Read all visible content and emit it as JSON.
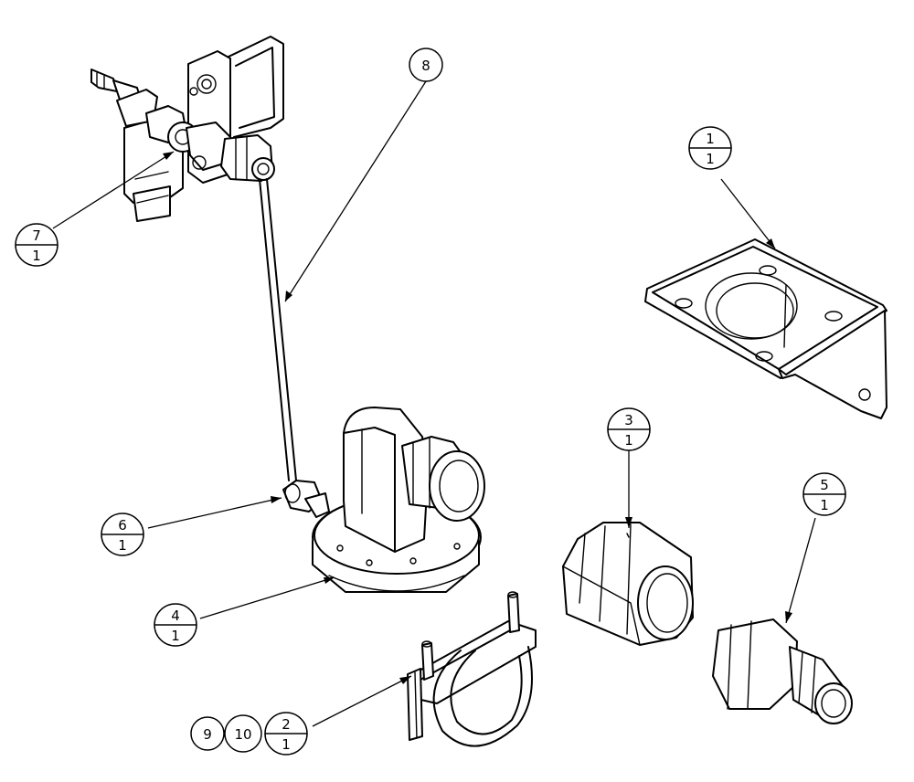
{
  "callouts": [
    {
      "id": "1",
      "top": "1",
      "bottom": "1"
    },
    {
      "id": "2",
      "top": "2",
      "bottom": "1"
    },
    {
      "id": "3",
      "top": "3",
      "bottom": "1"
    },
    {
      "id": "4",
      "top": "4",
      "bottom": "1"
    },
    {
      "id": "5",
      "top": "5",
      "bottom": "1"
    },
    {
      "id": "6",
      "top": "6",
      "bottom": "1"
    },
    {
      "id": "7",
      "top": "7",
      "bottom": "1"
    },
    {
      "id": "8",
      "label": "8"
    },
    {
      "id": "9",
      "label": "9"
    },
    {
      "id": "10",
      "label": "10"
    }
  ]
}
